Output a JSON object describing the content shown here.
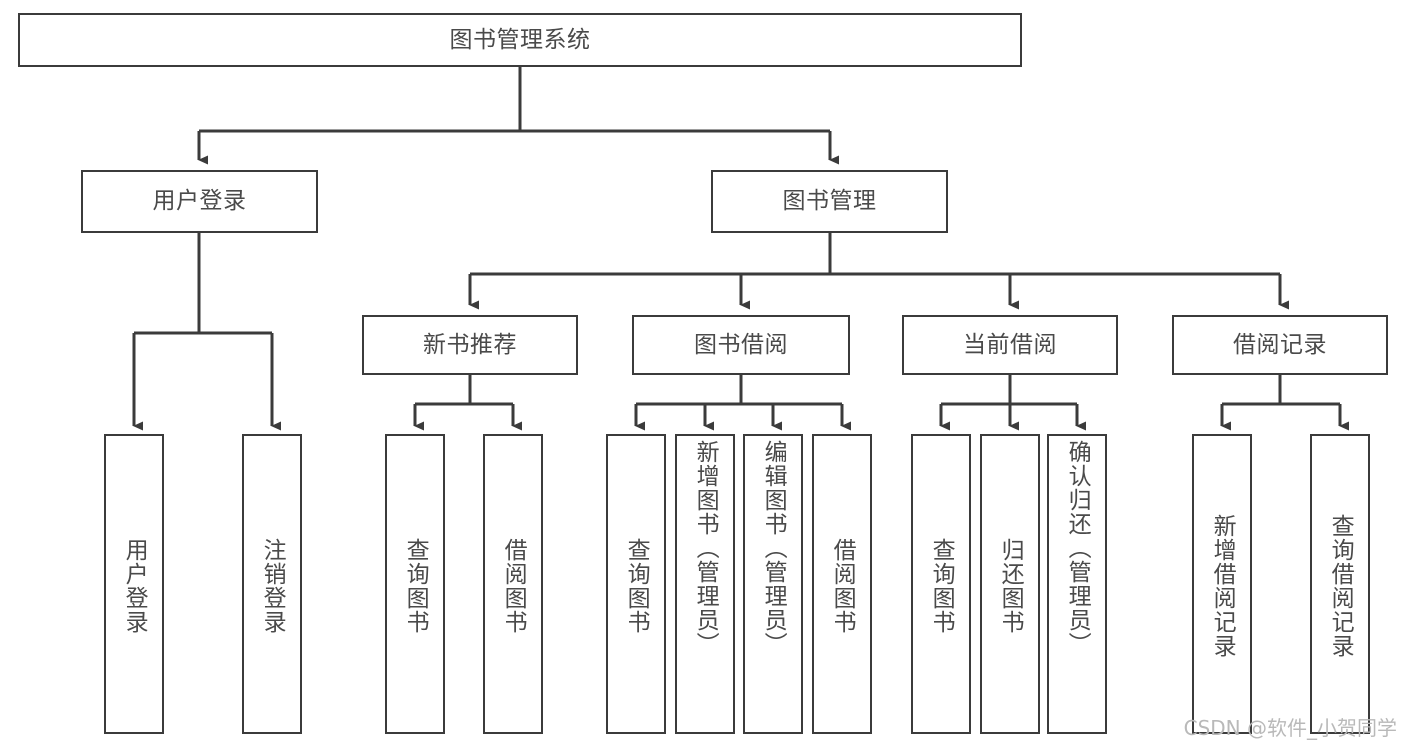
{
  "diagram": {
    "title": "图书管理系统",
    "type": "tree-hierarchy-diagram",
    "colors": {
      "stroke": "#3b3b3b",
      "text": "#4a4a4a",
      "background": "#ffffff",
      "watermark": "#b9b9b9"
    },
    "root": {
      "label": "图书管理系统"
    },
    "level2": [
      {
        "label": "用户登录"
      },
      {
        "label": "图书管理"
      }
    ],
    "level3": [
      {
        "label": "新书推荐"
      },
      {
        "label": "图书借阅"
      },
      {
        "label": "当前借阅"
      },
      {
        "label": "借阅记录"
      }
    ],
    "leaves": {
      "user_login": [
        {
          "label": "用户登录"
        },
        {
          "label": "注销登录"
        }
      ],
      "new_book": [
        {
          "label": "查询图书"
        },
        {
          "label": "借阅图书"
        }
      ],
      "book_borrow": [
        {
          "label": "查询图书"
        },
        {
          "label": "新增图书（管理员）"
        },
        {
          "label": "编辑图书（管理员）"
        },
        {
          "label": "借阅图书"
        }
      ],
      "current_borrow": [
        {
          "label": "查询图书"
        },
        {
          "label": "归还图书"
        },
        {
          "label": "确认归还（管理员）"
        }
      ],
      "borrow_record": [
        {
          "label": "新增借阅记录"
        },
        {
          "label": "查询借阅记录"
        }
      ]
    },
    "watermark": "CSDN @软件_小贺同学"
  }
}
